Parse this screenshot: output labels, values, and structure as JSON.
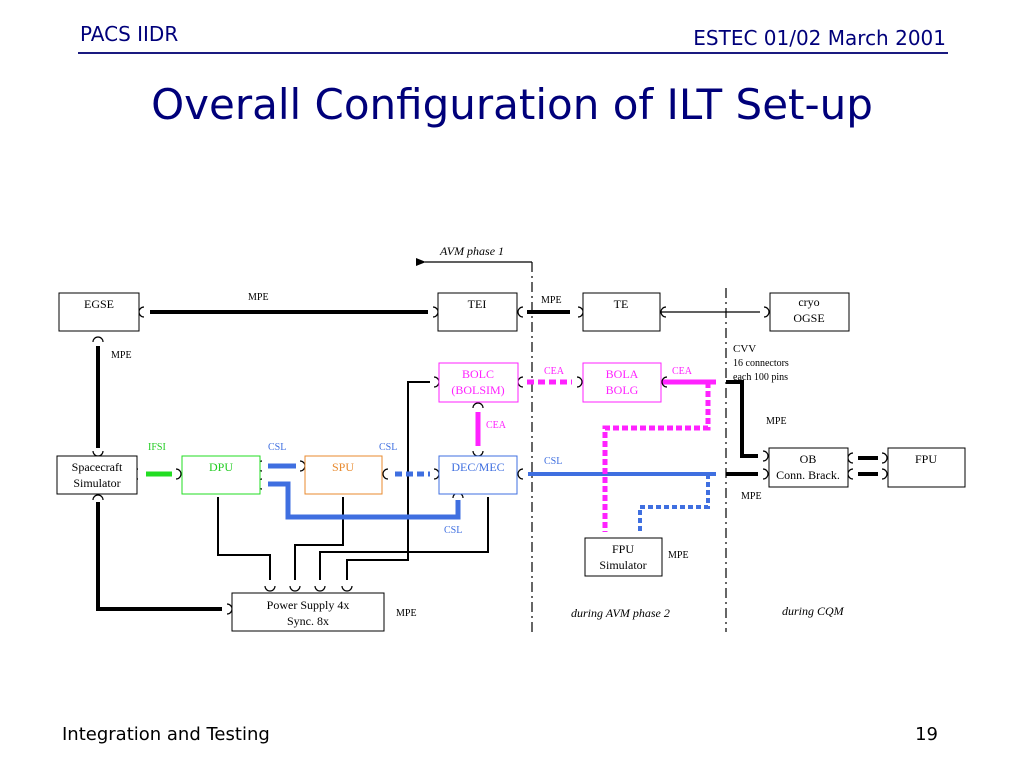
{
  "header": {
    "left": "PACS IIDR",
    "right": "ESTEC 01/02 March 2001"
  },
  "title": "Overall Configuration of ILT Set-up",
  "footer": {
    "left": "Integration and Testing",
    "page": "19"
  },
  "colors": {
    "title": "#00007a",
    "black": "#000000",
    "magenta": "#ff22ff",
    "blue": "#3f6fe0",
    "green": "#22dd22",
    "orange": "#e88a2e"
  },
  "boxes": {
    "egse": "EGSE",
    "tei": "TEI",
    "te": "TE",
    "cryo": [
      "cryo",
      "OGSE"
    ],
    "bolc": [
      "BOLC",
      "(BOLSIM)"
    ],
    "bola": [
      "BOLA",
      "BOLG"
    ],
    "spacecraft": [
      "Spacecraft",
      "Simulator"
    ],
    "dpu": "DPU",
    "spu": "SPU",
    "decmec": "DEC/MEC",
    "ob": [
      "OB",
      "Conn. Brack."
    ],
    "fpu": "FPU",
    "fpusim": [
      "FPU",
      "Simulator"
    ],
    "power": [
      "Power Supply 4x",
      "Sync. 8x"
    ]
  },
  "labels": {
    "avm_phase1": "AVM phase 1",
    "mpe_top": "MPE",
    "mpe_tei_te": "MPE",
    "mpe_egse": "MPE",
    "cvv": [
      "CVV",
      "16 connectors",
      "each 100 pins"
    ],
    "cea_bola": "CEA",
    "cea_cvv": "CEA",
    "cea_vert": "CEA",
    "mpe_cvv": "MPE",
    "ifsi": "IFSI",
    "csl_dpu": "CSL",
    "csl_spu": "CSL",
    "csl_right": "CSL",
    "csl_bottom": "CSL",
    "mpe_ob": "MPE",
    "mpe_fpusim": "MPE",
    "mpe_power": "MPE",
    "during_avm2": "during AVM phase 2",
    "during_cqm": "during CQM"
  }
}
